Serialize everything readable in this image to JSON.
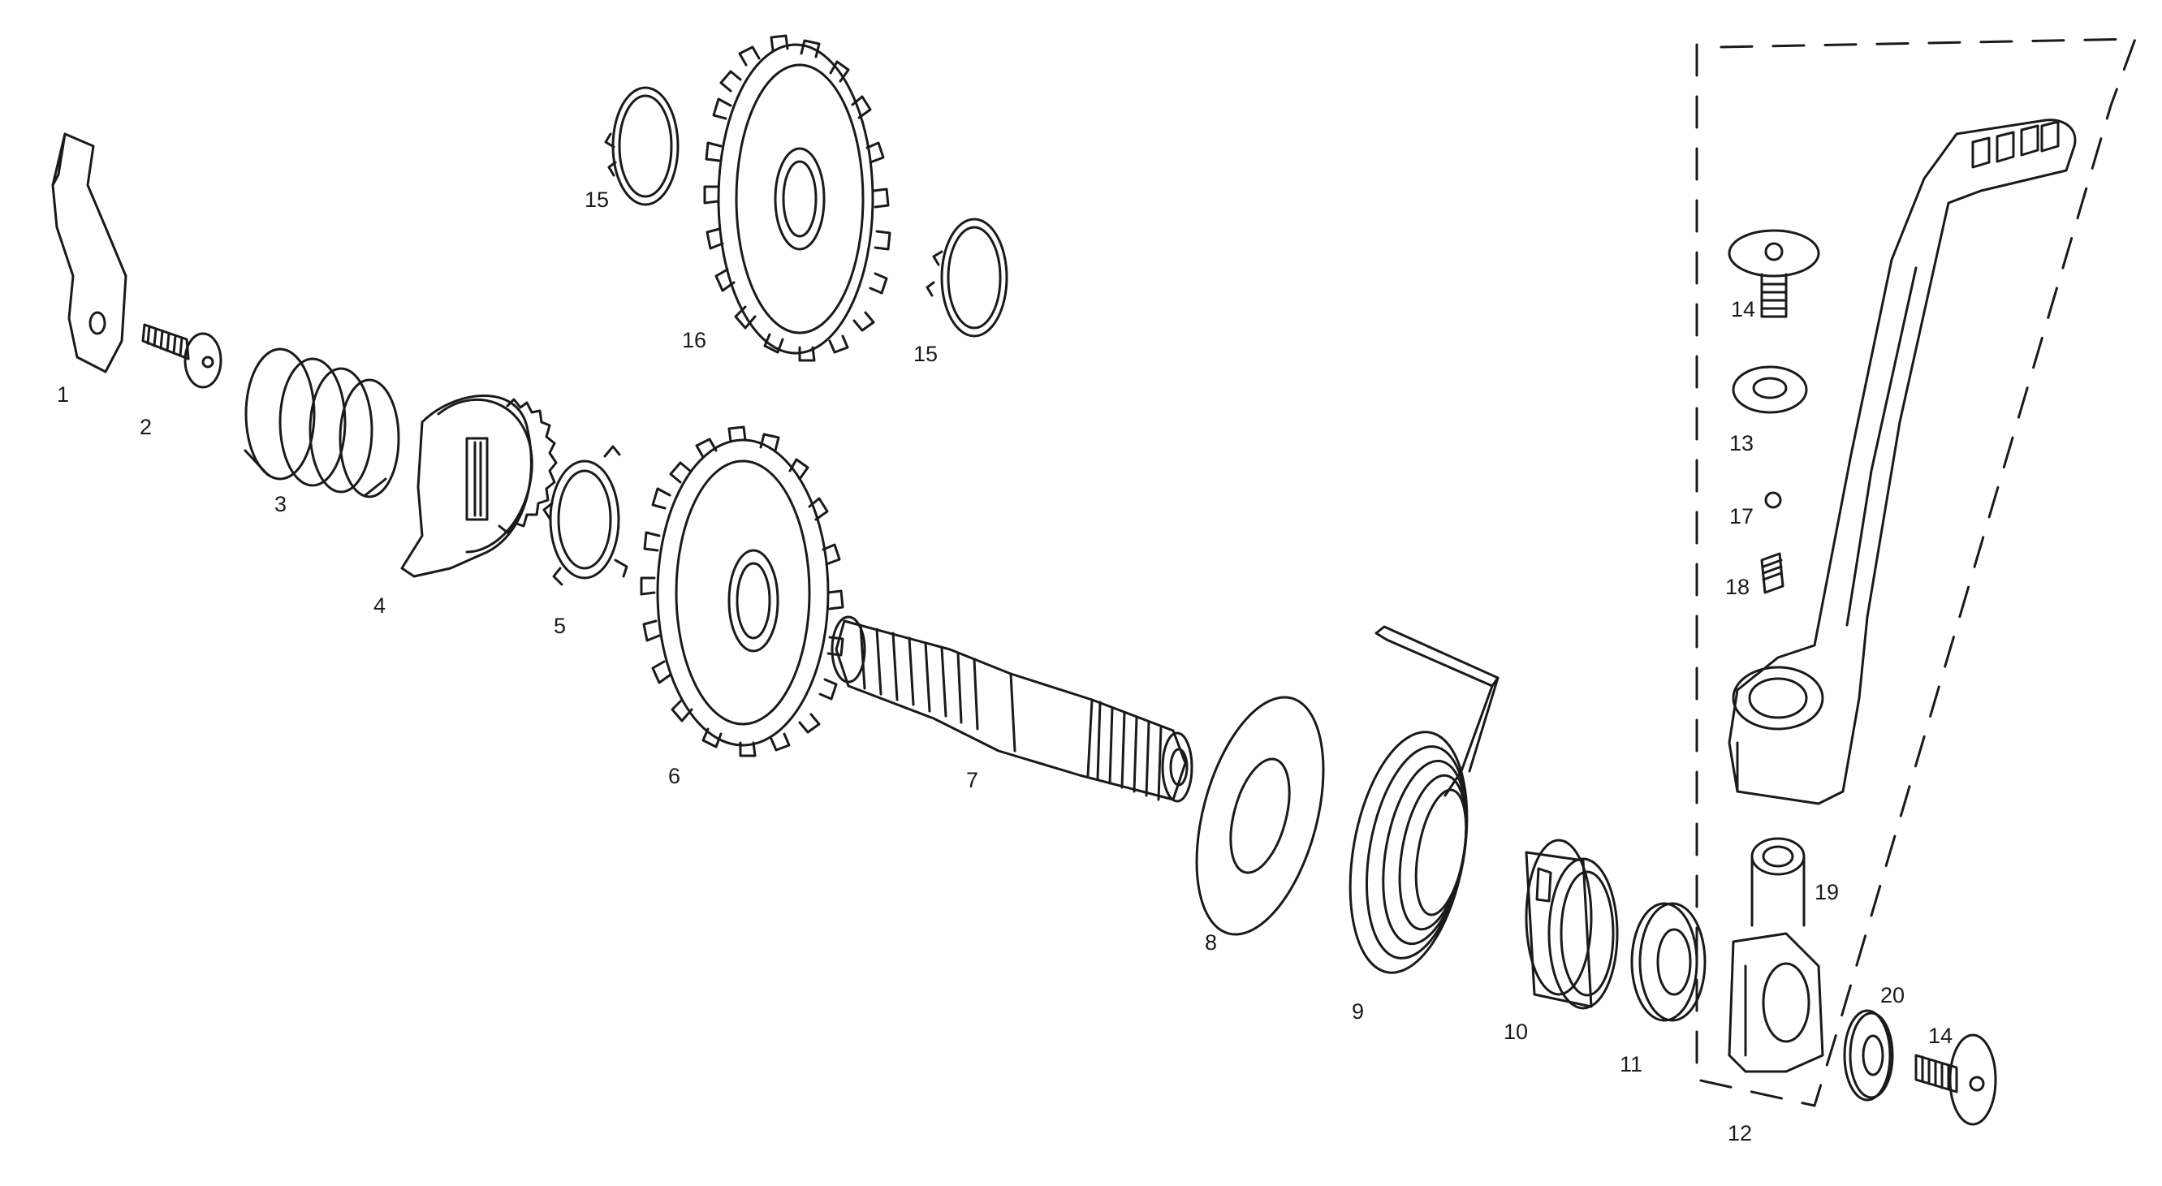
{
  "diagram": {
    "labels": {
      "p1": "1",
      "p2": "2",
      "p3": "3",
      "p4": "4",
      "p5": "5",
      "p6": "6",
      "p7": "7",
      "p8": "8",
      "p9": "9",
      "p10": "10",
      "p11": "11",
      "p12": "12",
      "p13": "13",
      "p14a": "14",
      "p14b": "14",
      "p15a": "15",
      "p15b": "15",
      "p16": "16",
      "p17": "17",
      "p18": "18",
      "p19": "19",
      "p20": "20"
    },
    "line_color": "#1a1a1a",
    "background": "#ffffff"
  }
}
